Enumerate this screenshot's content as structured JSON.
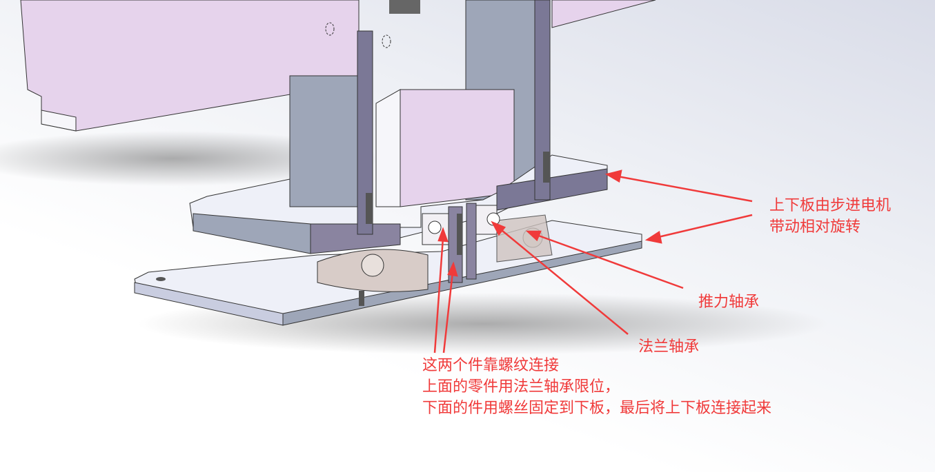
{
  "annotations": {
    "plates": {
      "line1": "上下板由步进电机",
      "line2": "带动相对旋转"
    },
    "thrust_bearing": "推力轴承",
    "flange_bearing": "法兰轴承",
    "thread": {
      "line1": "这两个件靠螺纹连接",
      "line2": "上面的零件用法兰轴承限位，",
      "line3": "下面的件用螺丝固定到下板，最后将上下板连接起来"
    }
  },
  "colors": {
    "annotation": "#f03a3a",
    "part_pink": "#e6d3ec",
    "part_gray": "#9ea6b8",
    "plate": "#eef0f8"
  }
}
